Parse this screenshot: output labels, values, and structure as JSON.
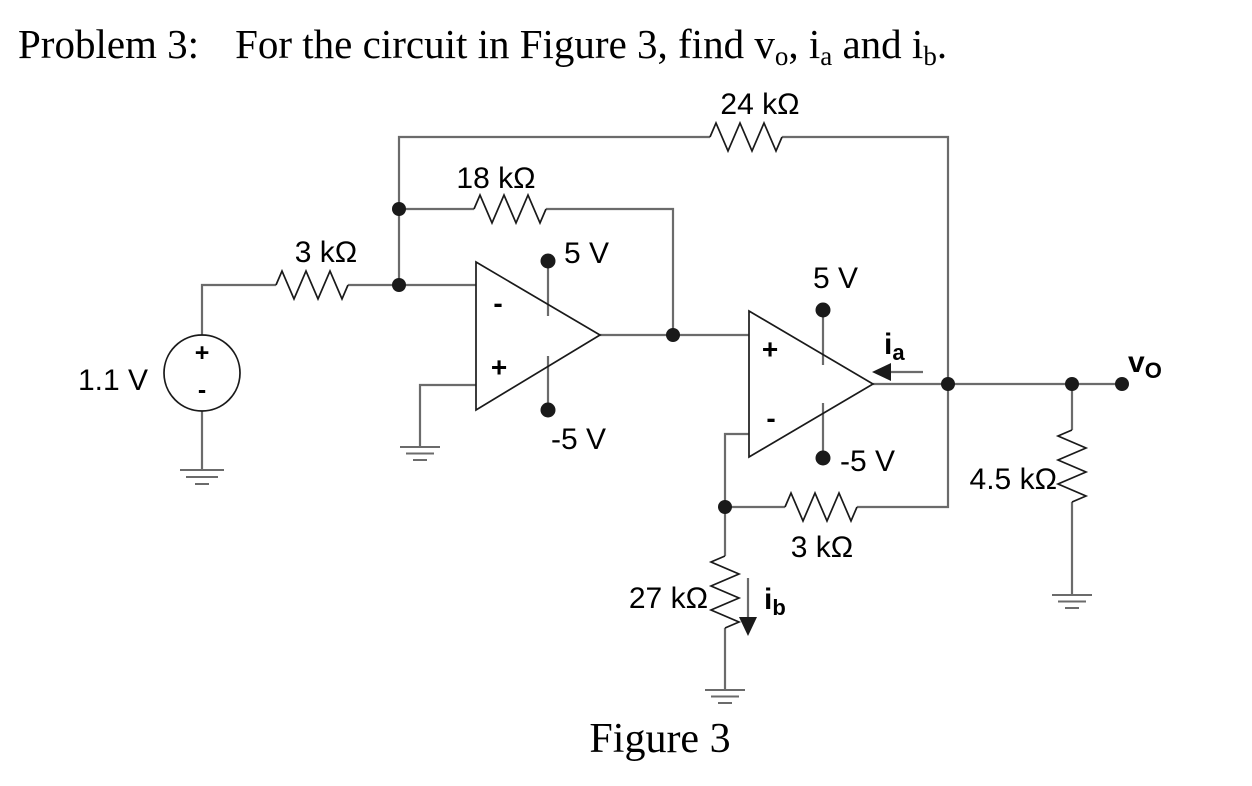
{
  "title": {
    "p1": "Problem 3:",
    "p2": "For the circuit in Figure 3, find v",
    "s1": "o",
    "p3": ", i",
    "s2": "a",
    "p4": " and i",
    "s3": "b",
    "p5": "."
  },
  "caption": "Figure 3",
  "circuit": {
    "source": {
      "value": "1.1 V",
      "plus": "+",
      "minus": "-"
    },
    "resistors": {
      "input": "3 kΩ",
      "fb_inner": "18 kΩ",
      "fb_outer": "24 kΩ",
      "fb_stage2": "3 kΩ",
      "to_ground": "27 kΩ",
      "load": "4.5 kΩ"
    },
    "opamp1": {
      "minus": "-",
      "plus": "+",
      "vpos": "5 V",
      "vneg": "-5 V"
    },
    "opamp2": {
      "plus": "+",
      "minus": "-",
      "vpos": "5 V",
      "vneg": "-5 V"
    },
    "currents": {
      "ia": "i",
      "ia_sub": "a",
      "ib": "i",
      "ib_sub": "b"
    },
    "output": {
      "v": "v",
      "sub": "O"
    }
  },
  "colors": {
    "wire": "#6b6b6b",
    "comp": "#1a1a1a",
    "text": "#000000",
    "background": "#ffffff"
  }
}
